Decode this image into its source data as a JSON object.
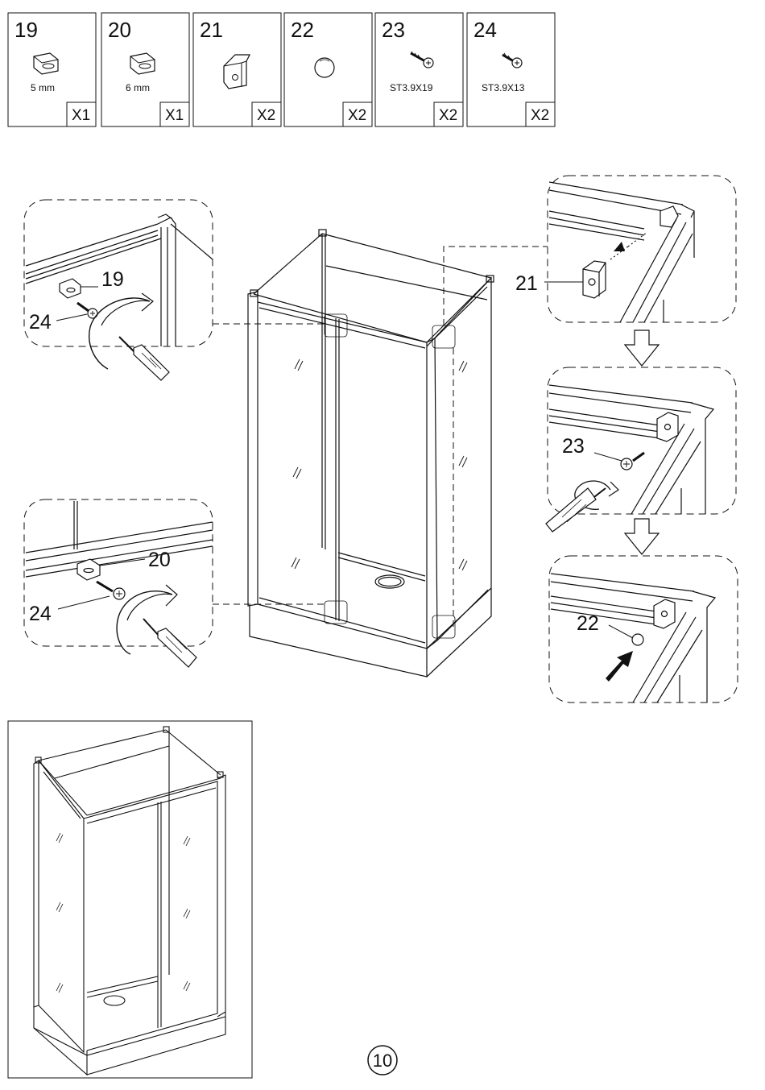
{
  "parts": [
    {
      "num": "19",
      "sub": "5 mm",
      "qty": "X1",
      "icon": "clip-icon"
    },
    {
      "num": "20",
      "sub": "6 mm",
      "qty": "X1",
      "icon": "clip-icon"
    },
    {
      "num": "21",
      "sub": "",
      "qty": "X2",
      "icon": "bracket-icon"
    },
    {
      "num": "22",
      "sub": "",
      "qty": "X2",
      "icon": "cap-icon"
    },
    {
      "num": "23",
      "sub": "ST3.9X19",
      "qty": "X2",
      "icon": "screw-icon"
    },
    {
      "num": "24",
      "sub": "ST3.9X13",
      "qty": "X2",
      "icon": "screw-icon"
    }
  ],
  "callouts": {
    "topleft_a": "19",
    "topleft_b": "24",
    "midleft_a": "20",
    "midleft_b": "24",
    "right1": "21",
    "right2": "23",
    "right3": "22"
  },
  "page_number": "10"
}
